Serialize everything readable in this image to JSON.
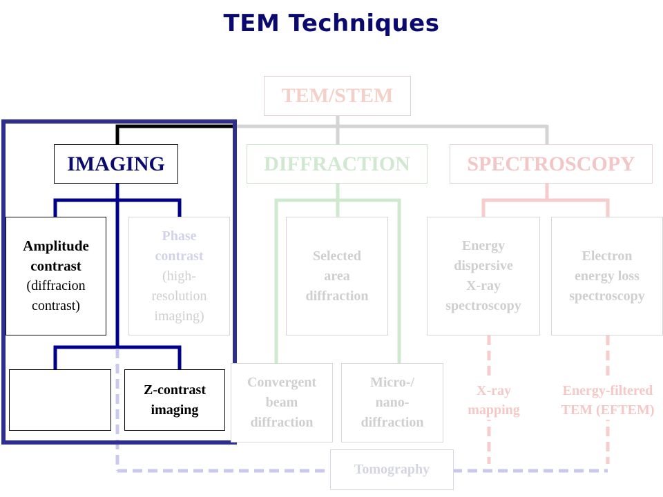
{
  "title": "TEM Techniques",
  "colors": {
    "title": "#0a0a6e",
    "highlight_frame": "#2e2e8f",
    "imaging_lines": "#00008b"
  },
  "nodes": {
    "root": "TEM/STEM",
    "imaging": "IMAGING",
    "diffraction": "DIFFRACTION",
    "spectroscopy": "SPECTROSCOPY",
    "amplitude_contrast": {
      "bold": "Amplitude\ncontrast",
      "normal": "(diffracion\ncontrast)"
    },
    "phase_contrast": {
      "bold": "Phase\ncontrast",
      "normal": "(high-\nresolution\nimaging)"
    },
    "selected_area": "Selected\narea\ndiffraction",
    "edx": "Energy\ndispersive\nX-ray\nspectroscopy",
    "eels": "Electron\nenergy loss\nspectroscopy",
    "z_contrast": "Z-contrast\nimaging",
    "convergent_beam": "Convergent\nbeam\ndiffraction",
    "micro_nano": "Micro-/\nnano-\ndiffraction",
    "xray_mapping": "X-ray\nmapping",
    "eftem": "Energy-filtered\nTEM (EFTEM)",
    "tomography": "Tomography"
  }
}
